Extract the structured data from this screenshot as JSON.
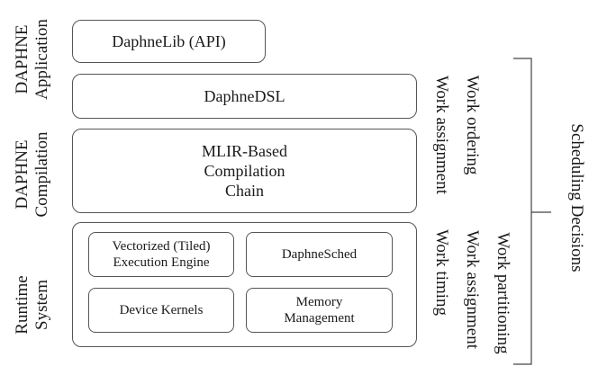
{
  "layers": {
    "application": {
      "line1": "DAPHNE",
      "line2": "Application"
    },
    "compilation": {
      "line1": "DAPHNE",
      "line2": "Compilation"
    },
    "runtime": {
      "line1": "Runtime",
      "line2": "System"
    }
  },
  "boxes": {
    "daphnelib": "DaphneLib (API)",
    "daphnedsl": "DaphneDSL",
    "mlir_line1": "MLIR-Based",
    "mlir_line2": "Compilation",
    "mlir_line3": "Chain",
    "vectorized_line1": "Vectorized (Tiled)",
    "vectorized_line2": "Execution Engine",
    "daphnesched": "DaphneSched",
    "device_kernels": "Device Kernels",
    "memory_line1": "Memory",
    "memory_line2": "Management"
  },
  "right_labels": {
    "work_assignment_top": "Work assignment",
    "work_ordering": "Work ordering",
    "work_timing": "Work timing",
    "work_assignment_bottom": "Work assignment",
    "work_partitioning": "Work partitioning",
    "scheduling_decisions": "Scheduling Decisions"
  }
}
